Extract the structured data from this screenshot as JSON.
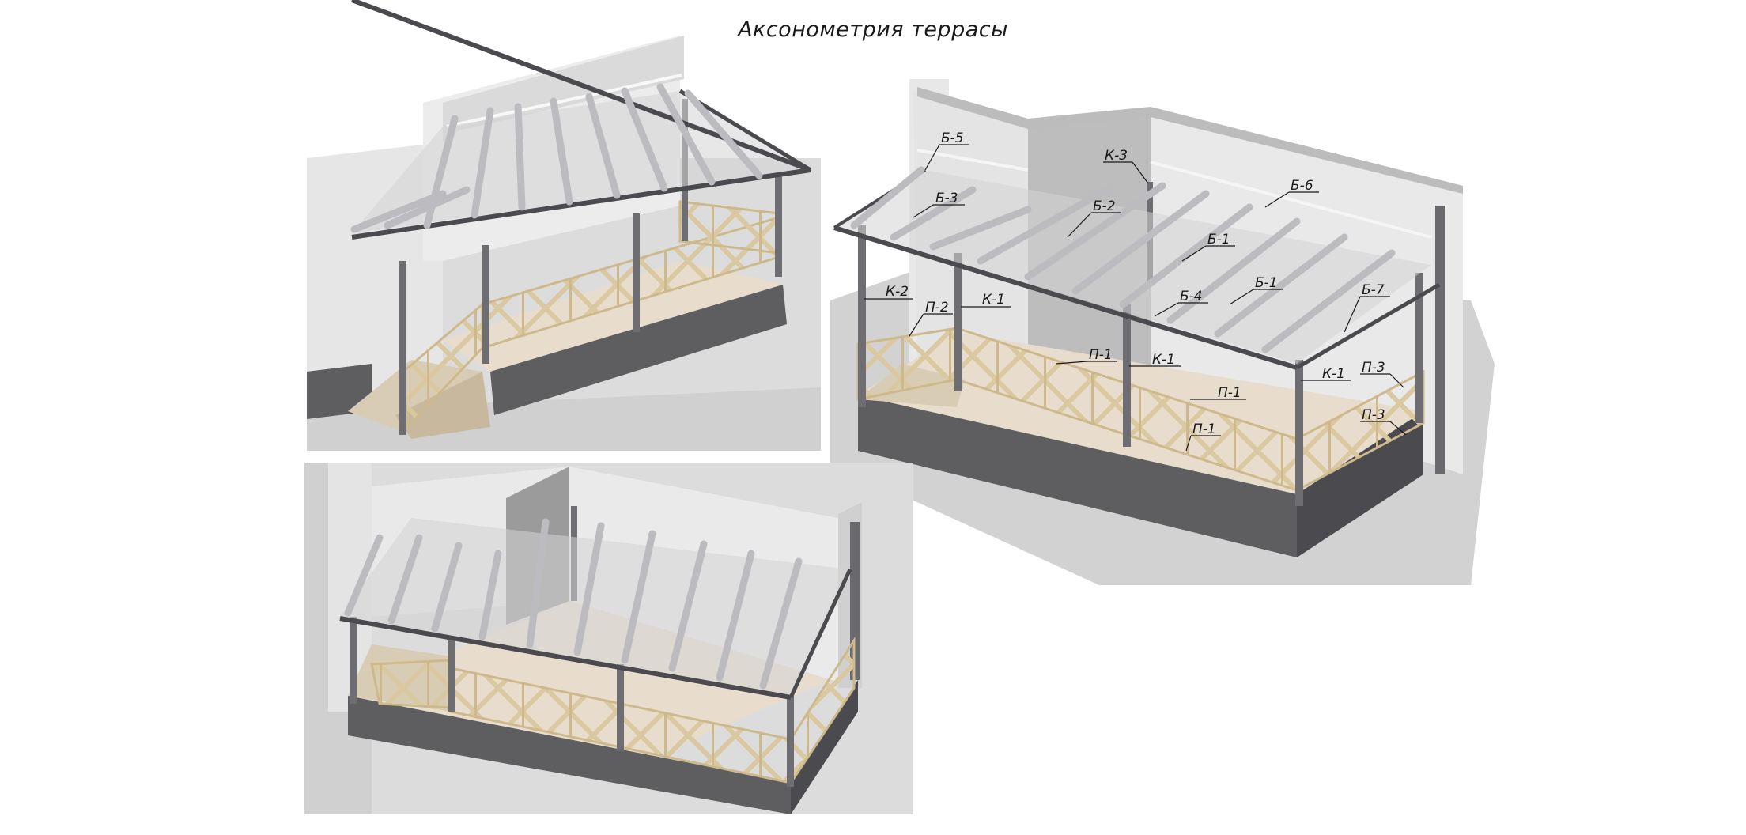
{
  "title": "Аксонометрия террасы",
  "labels": {
    "b5": "Б-5",
    "b3": "Б-3",
    "k3": "К-3",
    "b2": "Б-2",
    "b6": "Б-6",
    "b1a": "Б-1",
    "b1b": "Б-1",
    "k2": "К-2",
    "p2": "П-2",
    "k1a": "К-1",
    "b4": "Б-4",
    "b7": "Б-7",
    "p1a": "П-1",
    "k1b": "К-1",
    "p1b": "П-1",
    "k1c": "К-1",
    "p3a": "П-3",
    "p3b": "П-3",
    "p1c": "П-1"
  },
  "colors": {
    "wall_light": "#e6e6e6",
    "wall_mid": "#d2d2d2",
    "wall_dark": "#9b9b9b",
    "ground": "#d6d6d6",
    "foundation": "#5e5e60",
    "deck": "#e8ddcc",
    "steel": "#6e6e72",
    "steel_dark": "#3f3f44",
    "rafter": "#c6c6ca",
    "timber": "#efe3c5",
    "timber_edge": "#b9a983"
  }
}
